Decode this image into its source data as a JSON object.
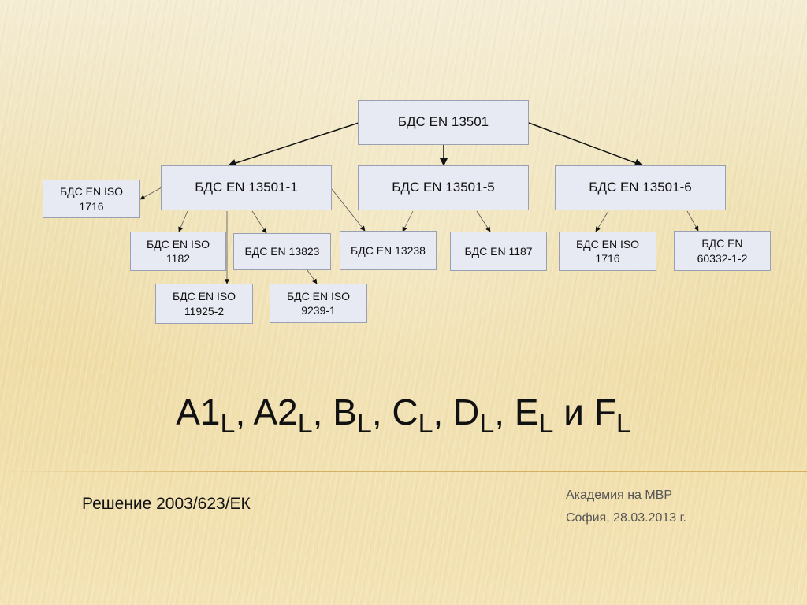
{
  "nodes": {
    "root": "БДС EN 13501",
    "n1": "БДС EN 13501-1",
    "n5": "БДС EN 13501-5",
    "n6": "БДС EN 13501-6",
    "iso1716_left": "БДС EN ISO\n1716",
    "iso1182": "БДС EN ISO\n1182",
    "en13823": "БДС EN 13823",
    "en13238": "БДС EN 13238",
    "en1187": "БДС EN 1187",
    "iso1716_right": "БДС EN ISO\n1716",
    "en60332": "БДС EN\n60332-1-2",
    "iso11925": "БДС EN ISO\n11925-2",
    "iso9239": "БДС EN ISO\n9239-1"
  },
  "title": {
    "a1": "A1",
    "a1_sub": "L",
    "sep1": ", ",
    "a2": "A2",
    "a2_sub": "L",
    "sep2": ", ",
    "b": "B",
    "b_sub": "L",
    "sep3": ", ",
    "c": "C",
    "c_sub": "L",
    "sep4": ", ",
    "d": "D",
    "d_sub": "L",
    "sep5": ", ",
    "e": "E",
    "e_sub": "L",
    "conj": " и ",
    "f": "F",
    "f_sub": "L"
  },
  "decision": "Решение 2003/623/ЕК",
  "footer": {
    "org": "Академия на МВР",
    "place_date": "София, 28.03.2013 г."
  }
}
